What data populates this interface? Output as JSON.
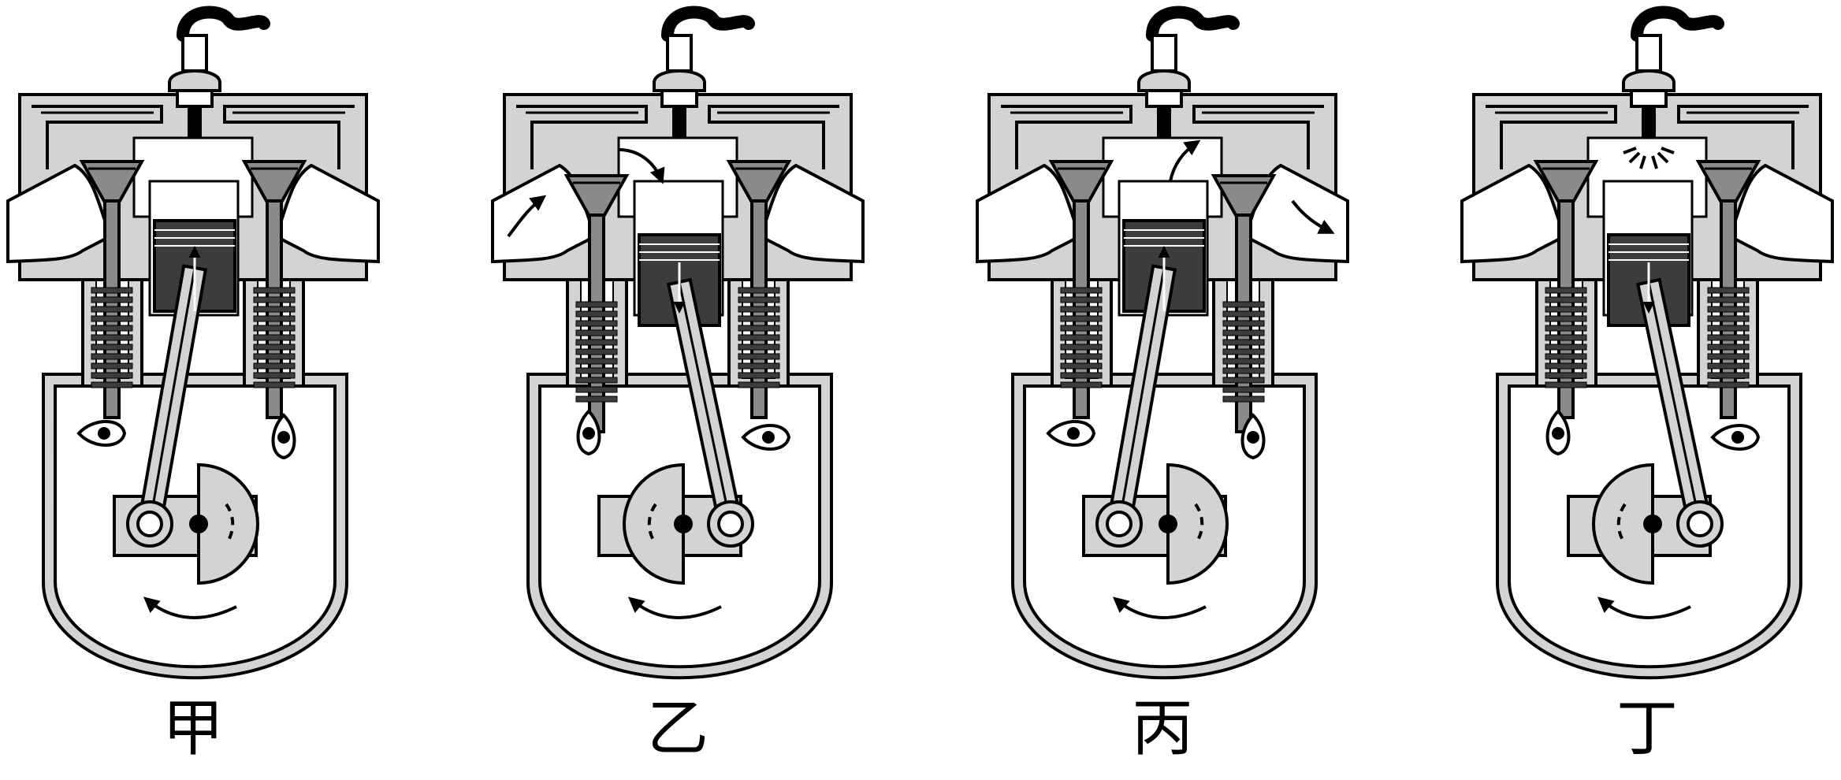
{
  "engines": [
    {
      "label": "甲",
      "intake_open": false,
      "exhaust_open": false,
      "piston": "up",
      "spark": false,
      "crank_side": "left",
      "flow": "none"
    },
    {
      "label": "乙",
      "intake_open": true,
      "exhaust_open": false,
      "piston": "down",
      "spark": false,
      "crank_side": "right",
      "flow": "intake"
    },
    {
      "label": "丙",
      "intake_open": false,
      "exhaust_open": true,
      "piston": "up",
      "spark": false,
      "crank_side": "left",
      "flow": "exhaust"
    },
    {
      "label": "丁",
      "intake_open": false,
      "exhaust_open": false,
      "piston": "down",
      "spark": true,
      "crank_side": "right",
      "flow": "none"
    }
  ],
  "colors": {
    "stroke": "#000000",
    "housing_fill": "#d3d3d3",
    "piston_fill": "#3c3c3c",
    "white": "#ffffff",
    "valve_fill": "#8a8a8a"
  }
}
